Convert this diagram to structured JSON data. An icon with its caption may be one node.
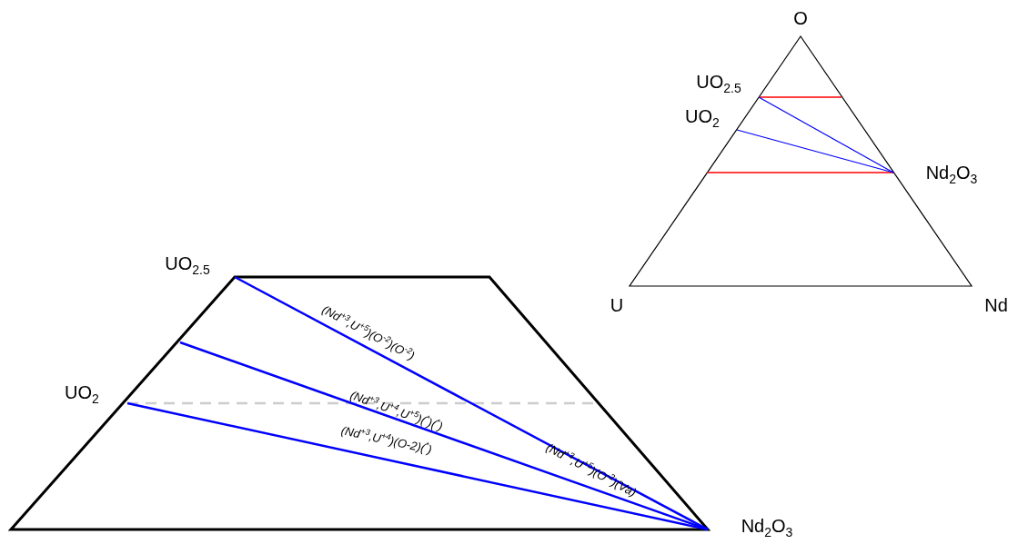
{
  "diagram": {
    "labels": [
      "O",
      "UO$_{2.5}$",
      "UO$_{2}$",
      "Nd$_{2}$O$_{3}$",
      "U",
      "Nd",
      "UO$_{2.5}$",
      "(Nd$^{+3}$,U$^{+5}$)(O$^{-2}$)(O$^{-2}$)",
      "(Nd$^{+3}$,U$^{+4}$,U$^{+5}$)($^{*}$)($^{*}$)",
      "UO$_{2}$",
      "(Nd$^{+3}$,U$^{+5}$)(O$^{-2}$)(Va)",
      "(Nd$^{+3}$,U$^{+4}$)(O-2)($^{*}$)",
      "Nd$_{2}$O$_{3}$"
    ]
  }
}
